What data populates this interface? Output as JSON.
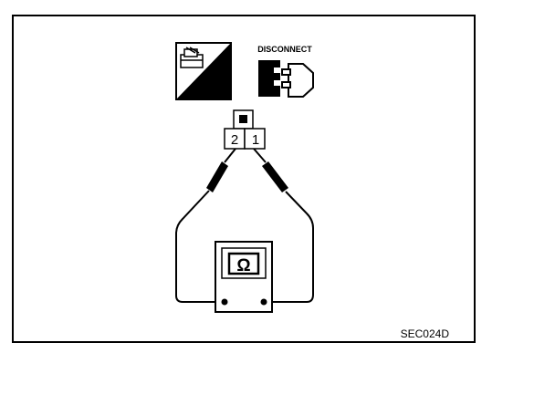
{
  "icons": {
    "ts_label": "T.S.",
    "disconnect_label": "DISCONNECT"
  },
  "connector": {
    "pin_left": "2",
    "pin_right": "1"
  },
  "meter": {
    "symbol": "Ω"
  },
  "figure_code": "SEC024D",
  "colors": {
    "ink": "#000000",
    "paper": "#ffffff"
  }
}
